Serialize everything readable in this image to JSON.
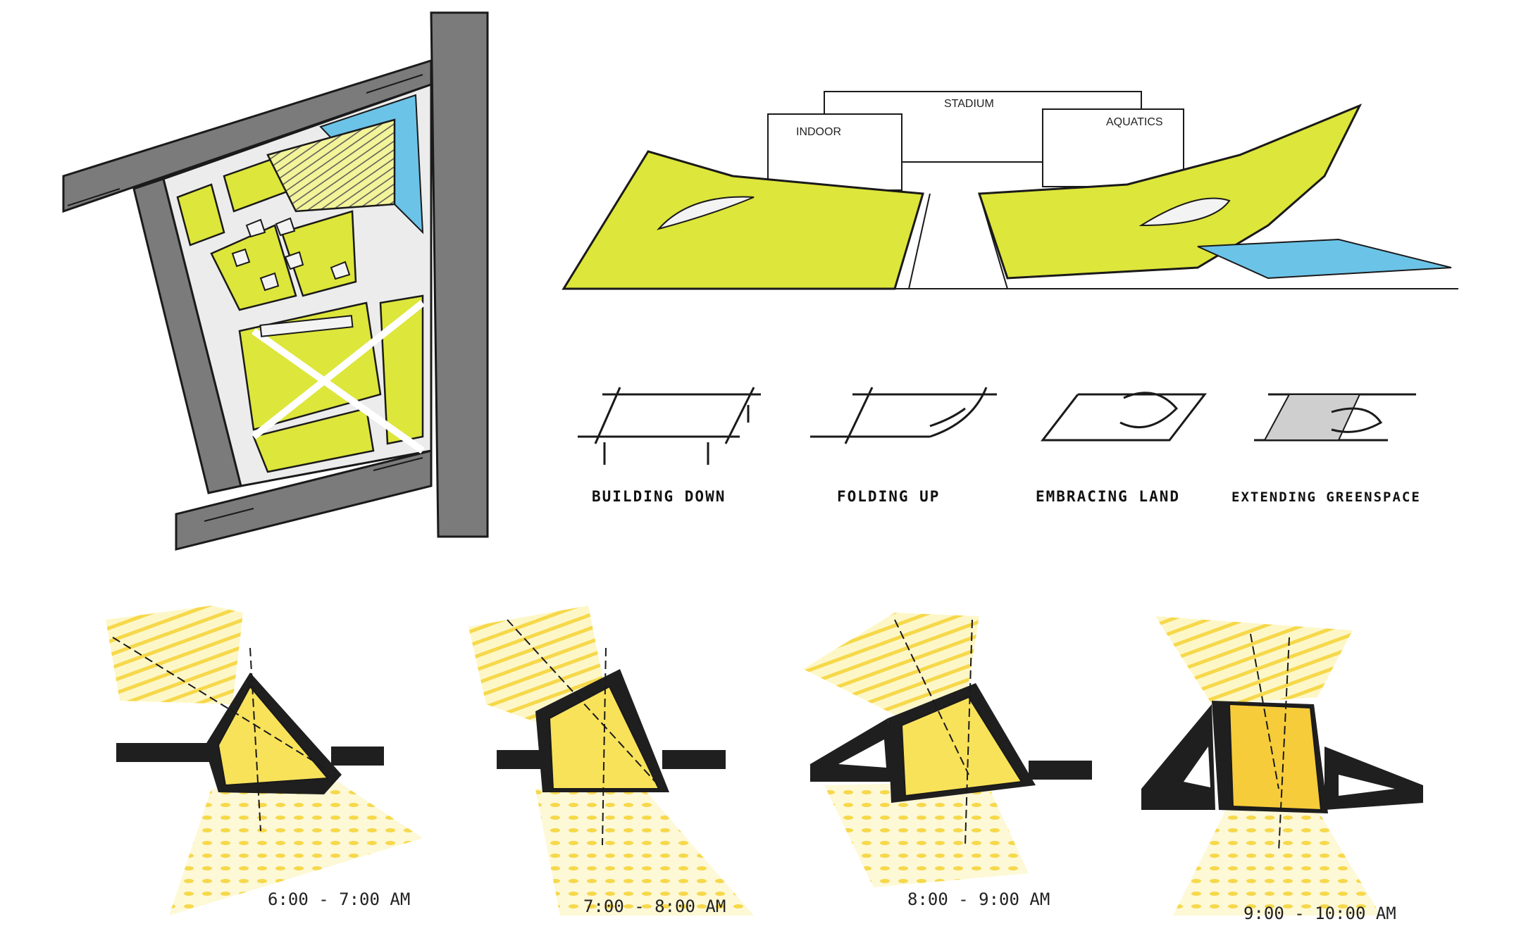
{
  "elevation": {
    "labels": {
      "stadium": "STADIUM",
      "indoor": "INDOOR",
      "aquatics": "AQUATICS"
    }
  },
  "concepts": [
    {
      "label": "BUILDING DOWN"
    },
    {
      "label": "FOLDING UP"
    },
    {
      "label": "EMBRACING LAND"
    },
    {
      "label": "EXTENDING GREENSPACE"
    }
  ],
  "sun_studies": [
    {
      "label": "6:00 - 7:00 AM"
    },
    {
      "label": "7:00 - 8:00 AM"
    },
    {
      "label": "8:00 - 9:00 AM"
    },
    {
      "label": "9:00 - 10:00 AM"
    }
  ],
  "colors": {
    "green": "#dde63a",
    "yellow": "#f8e25a",
    "deep_yellow": "#f7cc3a",
    "water": "#6cc3e8",
    "road": "#7b7b7b",
    "ink": "#1a1a1a"
  }
}
